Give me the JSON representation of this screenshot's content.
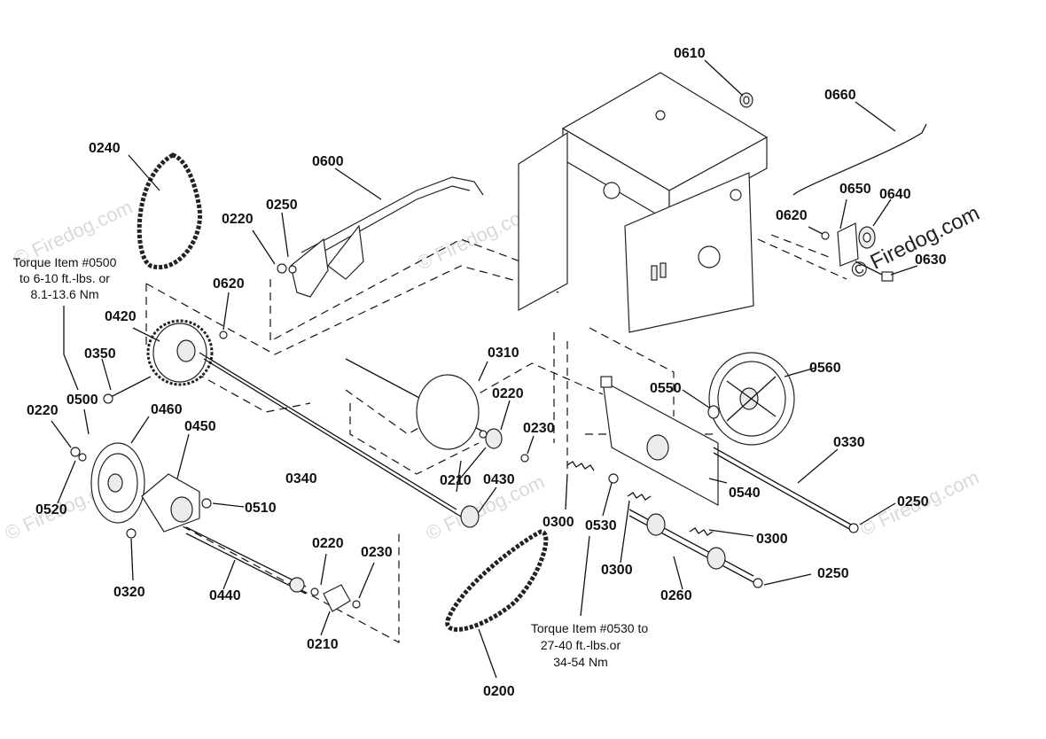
{
  "watermark": {
    "main": "© Firedog.com",
    "faint": "© Firedog.com"
  },
  "labels": [
    {
      "id": "p0610",
      "text": "0610"
    },
    {
      "id": "p0660",
      "text": "0660"
    },
    {
      "id": "p0240",
      "text": "0240"
    },
    {
      "id": "p0600",
      "text": "0600"
    },
    {
      "id": "p0650",
      "text": "0650"
    },
    {
      "id": "p0640",
      "text": "0640"
    },
    {
      "id": "p0220a",
      "text": "0220"
    },
    {
      "id": "p0250a",
      "text": "0250"
    },
    {
      "id": "p0620a",
      "text": "0620"
    },
    {
      "id": "p0630",
      "text": "0630"
    },
    {
      "id": "p0620b",
      "text": "0620"
    },
    {
      "id": "p0420",
      "text": "0420"
    },
    {
      "id": "p0350",
      "text": "0350"
    },
    {
      "id": "p0310",
      "text": "0310"
    },
    {
      "id": "p0560",
      "text": "0560"
    },
    {
      "id": "p0550",
      "text": "0550"
    },
    {
      "id": "p0220b",
      "text": "0220"
    },
    {
      "id": "p0500",
      "text": "0500"
    },
    {
      "id": "p0220c",
      "text": "0220"
    },
    {
      "id": "p0460",
      "text": "0460"
    },
    {
      "id": "p0450",
      "text": "0450"
    },
    {
      "id": "p0230a",
      "text": "0230"
    },
    {
      "id": "p0330",
      "text": "0330"
    },
    {
      "id": "p0340",
      "text": "0340"
    },
    {
      "id": "p0210a",
      "text": "0210"
    },
    {
      "id": "p0430",
      "text": "0430"
    },
    {
      "id": "p0540",
      "text": "0540"
    },
    {
      "id": "p0520",
      "text": "0520"
    },
    {
      "id": "p0510",
      "text": "0510"
    },
    {
      "id": "p0250b",
      "text": "0250"
    },
    {
      "id": "p0300a",
      "text": "0300"
    },
    {
      "id": "p0530",
      "text": "0530"
    },
    {
      "id": "p0300b",
      "text": "0300"
    },
    {
      "id": "p0220d",
      "text": "0220"
    },
    {
      "id": "p0230b",
      "text": "0230"
    },
    {
      "id": "p0300c",
      "text": "0300"
    },
    {
      "id": "p0320",
      "text": "0320"
    },
    {
      "id": "p0440",
      "text": "0440"
    },
    {
      "id": "p0250c",
      "text": "0250"
    },
    {
      "id": "p0260",
      "text": "0260"
    },
    {
      "id": "p0210b",
      "text": "0210"
    },
    {
      "id": "p0200",
      "text": "0200"
    }
  ],
  "notes": {
    "torque_0500": [
      "Torque Item #0500",
      "to 6-10 ft.-lbs. or",
      "8.1-13.6 Nm"
    ],
    "torque_0530": [
      "Torque Item #0530 to",
      "27-40 ft.-lbs.or",
      "34-54 Nm"
    ]
  }
}
